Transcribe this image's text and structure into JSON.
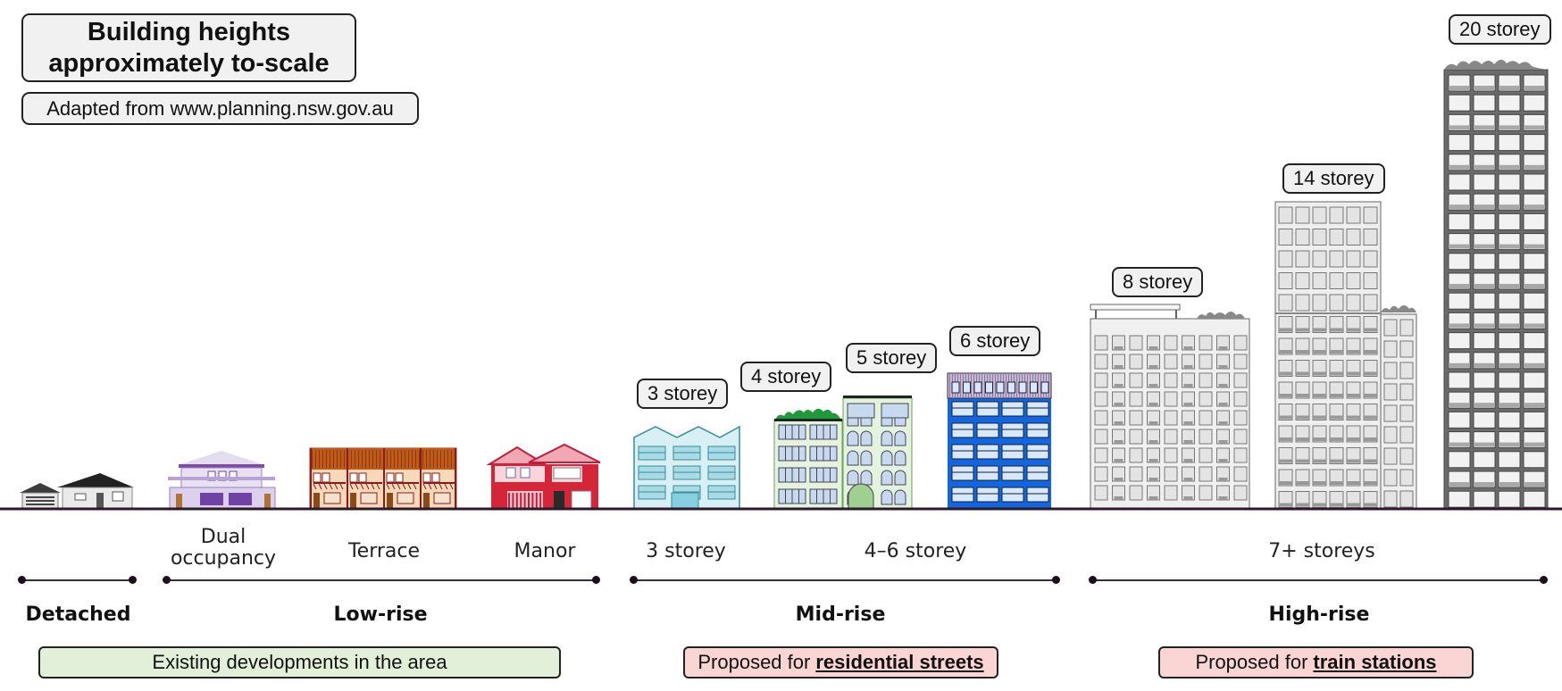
{
  "header": {
    "title_line1": "Building heights",
    "title_line2": "approximately to-scale",
    "source": "Adapted from www.planning.nsw.gov.au"
  },
  "storey_labels": {
    "s3": "3 storey",
    "s4": "4 storey",
    "s5": "5 storey",
    "s6": "6 storey",
    "s8": "8 storey",
    "s14": "14 storey",
    "s20": "20 storey"
  },
  "building_types": {
    "dual_line1": "Dual",
    "dual_line2": "occupancy",
    "terrace": "Terrace",
    "manor": "Manor",
    "three_storey": "3 storey",
    "four_six_storey": "4–6 storey",
    "seven_plus": "7+ storeys"
  },
  "categories": {
    "detached": "Detached",
    "low_rise": "Low-rise",
    "mid_rise": "Mid-rise",
    "high_rise": "High-rise"
  },
  "notes": {
    "existing": "Existing developments in the area",
    "proposed_prefix": "Proposed for",
    "residential": "residential streets",
    "train": "train stations"
  },
  "colors": {
    "ground": "#2a1a2a",
    "existing_note": "#e2efd9",
    "proposed_note": "#fbd4d4",
    "six_storey_blue": "#1366e0",
    "manor_red": "#d42638",
    "terrace_orange": "#f5c89a"
  }
}
